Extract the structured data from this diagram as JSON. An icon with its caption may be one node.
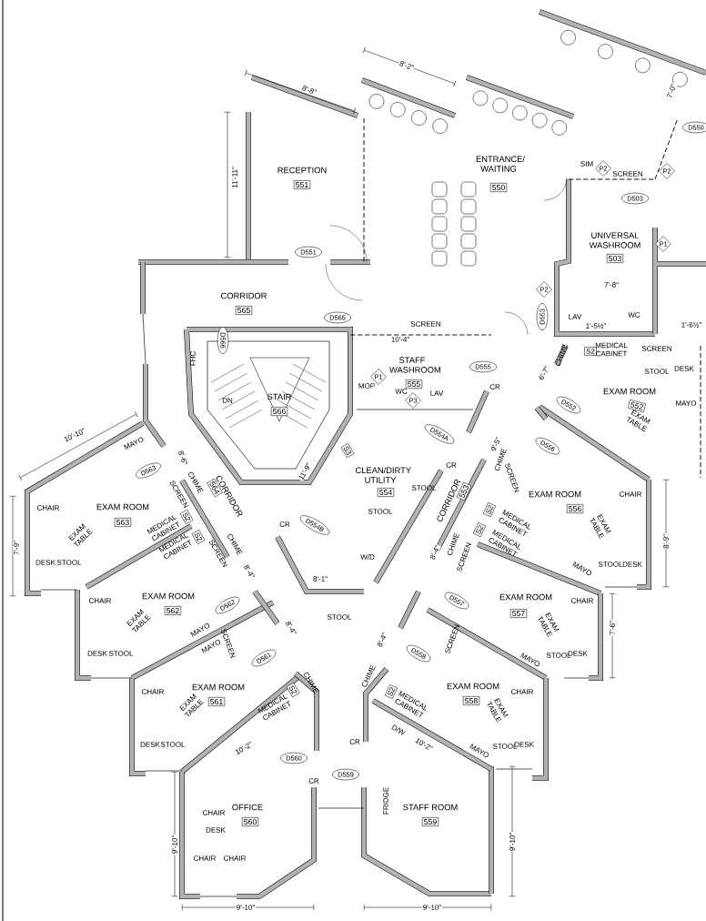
{
  "diagram": {
    "nodes": [
      {
        "text": [
          "D550"
        ]
      },
      {
        "text": [
          "RECEPTION",
          "551"
        ]
      },
      {
        "text": [
          "ENTRANCE/ WAITING",
          "550"
        ]
      },
      {
        "text": [
          "P2"
        ]
      },
      {
        "text": [
          "P2"
        ]
      },
      {
        "text": [
          "D503"
        ]
      },
      {
        "text": [
          "UNIVERSAL WASHROOM",
          "503"
        ]
      },
      {
        "text": [
          "P1"
        ]
      },
      {
        "text": [
          "D551"
        ]
      },
      {
        "text": [
          "P2"
        ]
      },
      {
        "text": [
          "CORRIDOR",
          "565"
        ]
      },
      {
        "text": [
          "D565"
        ]
      },
      {
        "text": [
          "D553"
        ]
      },
      {
        "text": [
          "D566"
        ]
      },
      {
        "text": [
          "STAFF WASHROOM",
          "555"
        ]
      },
      {
        "text": [
          "P1"
        ]
      },
      {
        "text": [
          "P3"
        ]
      },
      {
        "text": [
          "D555"
        ]
      },
      {
        "text": [
          "S2"
        ]
      },
      {
        "text": [
          "EXAM ROOM",
          "552"
        ]
      },
      {
        "text": [
          "D552"
        ]
      },
      {
        "text": [
          "STAIR",
          "566"
        ]
      },
      {
        "text": [
          "D554A"
        ]
      },
      {
        "text": [
          "D556"
        ]
      },
      {
        "text": [
          "S3"
        ]
      },
      {
        "text": [
          "CLEAN/DIRTY UTILITY",
          "554"
        ]
      },
      {
        "text": [
          "CORRIDOR",
          "553"
        ]
      },
      {
        "text": [
          "D563"
        ]
      },
      {
        "text": [
          "CORRIDOR",
          "564"
        ]
      },
      {
        "text": [
          "EXAM ROOM",
          "563"
        ]
      },
      {
        "text": [
          "S2"
        ]
      },
      {
        "text": [
          "S2"
        ]
      },
      {
        "text": [
          "D554B"
        ]
      },
      {
        "text": [
          "EXAM ROOM",
          "556"
        ]
      },
      {
        "text": [
          "S2"
        ]
      },
      {
        "text": [
          "S2"
        ]
      },
      {
        "text": [
          "D562"
        ]
      },
      {
        "text": [
          "EXAM ROOM",
          "562"
        ]
      },
      {
        "text": [
          "D557"
        ]
      },
      {
        "text": [
          "EXAM ROOM",
          "557"
        ]
      },
      {
        "text": [
          "D561"
        ]
      },
      {
        "text": [
          "D558"
        ]
      },
      {
        "text": [
          "EXAM ROOM",
          "561"
        ]
      },
      {
        "text": [
          "S2"
        ]
      },
      {
        "text": [
          "EXAM ROOM",
          "558"
        ]
      },
      {
        "text": [
          "S2"
        ]
      },
      {
        "text": [
          "D560"
        ]
      },
      {
        "text": [
          "D559"
        ]
      },
      {
        "text": [
          "OFFICE",
          "560"
        ]
      },
      {
        "text": [
          "STAFF ROOM",
          "559"
        ]
      }
    ],
    "labels": [
      "8'-8\"",
      "8'-2\"",
      "7'-0\"",
      "11'-11\"",
      "SIM",
      "SCREEN",
      "7'-8\"",
      "SCREEN",
      "LAV",
      "1'-5½\"",
      "WC",
      "1'-6½\"",
      "10'-4\"",
      "FHC",
      "MEDICAL CABINET",
      "SCREEN",
      "CHIME",
      "6'-7\"",
      "MOP",
      "WC",
      "LAV",
      "STOOL",
      "DESK",
      "CR",
      "DN",
      "EXAM TABLE",
      "MAYO",
      "10'-10\"",
      "MAYO",
      "9'-5\"",
      "CHIME",
      "8'-6\"",
      "CR",
      "11'-9\"",
      "SCREEN",
      "STOOL",
      "CHIME",
      "SCREEN",
      "CHAIR",
      "CHAIR",
      "EXAM TABLE",
      "STOOL",
      "MEDICAL CABINET",
      "CR",
      "MEDICAL CABINET",
      "EXAM TABLE",
      "7'-9\"",
      "MEDICAL CABINET",
      "CHIME",
      "CHIME",
      "MEDICAL CABINET",
      "8'-9\"",
      "8'-4\"",
      "8'-4\"",
      "SCREEN",
      "SCREEN",
      "8'-1\"",
      "W/D",
      "DESK",
      "STOOL",
      "STOOL",
      "DESK",
      "MAYO",
      "CHAIR",
      "CHAIR",
      "EXAM TABLE",
      "MAYO",
      "8'-4\"",
      "STOOL",
      "EXAM TABLE",
      "7'-6\"",
      "DESK",
      "STOOL",
      "MAYO",
      "SCREEN",
      "8'-4\"",
      "SCREEN",
      "MAYO",
      "STOOL",
      "DESK",
      "CHAIR",
      "EXAM TABLE",
      "MEDICAL CABINET",
      "CHIME",
      "CHIME",
      "MEDICAL CABINET",
      "EXAM TABLE",
      "CHAIR",
      "DESK",
      "STOOL",
      "10'-2\"",
      "CR",
      "D/W",
      "10'-2\"",
      "MAYO",
      "STOOL",
      "DESK",
      "CR",
      "CHAIR",
      "DESK",
      "FRIDGE",
      "CHAIR",
      "CHAIR",
      "9'-10\"",
      "9'-10\"",
      "9'-10\"",
      "9'-10\""
    ]
  }
}
